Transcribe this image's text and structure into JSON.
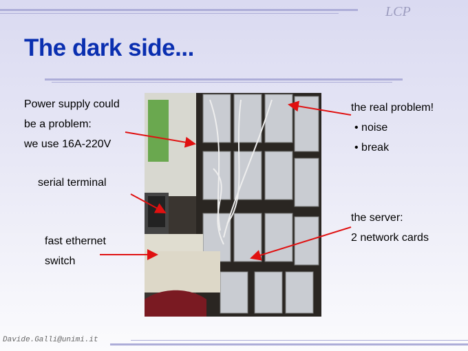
{
  "header": {
    "logo": "LCP",
    "title": "The dark side..."
  },
  "annotations": {
    "power": [
      "Power supply could",
      "be a problem:",
      "we use 16A-220V"
    ],
    "real_problem": {
      "heading": "the real problem!",
      "bullets": [
        "noise",
        "break"
      ]
    },
    "serial": "serial terminal",
    "switch": [
      "fast ethernet",
      "switch"
    ],
    "server": [
      "the server:",
      "2 network cards"
    ]
  },
  "footer": {
    "email": "Davide.Galli@unimi.it"
  },
  "colors": {
    "title": "#0a2fb0",
    "rule": "#aaaad8",
    "arrow": "#e01010"
  }
}
